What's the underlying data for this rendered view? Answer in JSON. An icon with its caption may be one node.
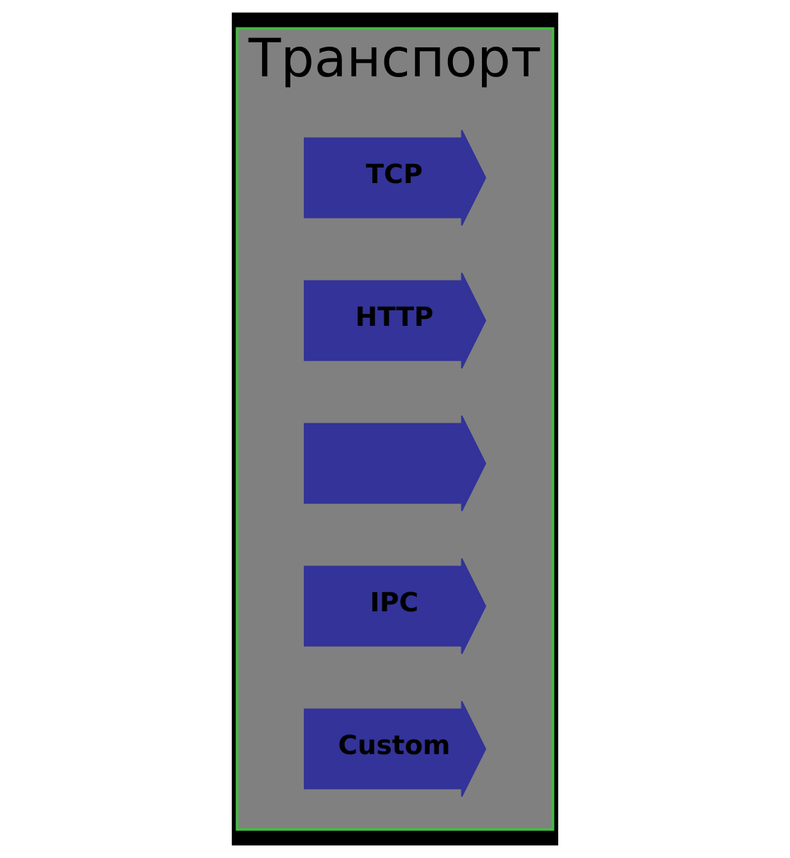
{
  "diagram": {
    "nodes": [
      {
        "text": [
          "Транспорт"
        ]
      },
      {
        "text": [
          "TCP"
        ],
        "in": 0
      },
      {
        "text": [
          "HTTP"
        ],
        "in": 0
      },
      {
        "text": [],
        "shape": "arrow",
        "in": 0
      },
      {
        "text": [
          "IPC"
        ],
        "in": 0
      },
      {
        "text": [
          "Custom"
        ],
        "in": 0
      }
    ],
    "edges": []
  }
}
